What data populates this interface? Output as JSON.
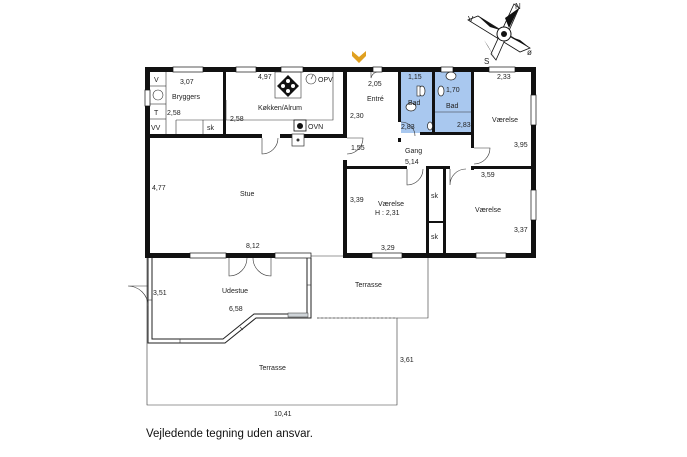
{
  "caption": "Vejledende tegning uden ansvar.",
  "compass": {
    "v": "V",
    "n": "N",
    "s": "S",
    "e": "ø"
  },
  "rooms": {
    "bryggers": "Bryggers",
    "koekken": "Køkken/Alrum",
    "entre": "Entré",
    "bad1": "Bad",
    "bad2": "Bad",
    "vaerelse_ne": "Værelse",
    "gang": "Gang",
    "stue": "Stue",
    "vaerelse_mid": "Værelse",
    "vaerelse_mid_h": "H : 2,31",
    "vaerelse_se": "Værelse",
    "udestue": "Udestue",
    "terrasse_right": "Terrasse",
    "terrasse_bottom": "Terrasse"
  },
  "fixtures": {
    "v": "V",
    "t": "T",
    "vv": "VV",
    "sk_bryggers": "sk",
    "opv": "OPV",
    "ovn": "OVN",
    "sk_hall1": "sk",
    "sk_hall2": "sk"
  },
  "dimensions": {
    "bryggers_w": "3,07",
    "bryggers_h": "2,58",
    "koekken_w": "4,97",
    "koekken_h": "2,58",
    "entre_w": "2,05",
    "entre_h": "2,30",
    "entre_gap": "1,55",
    "bad1_w": "1,15",
    "bad1_h": "2,83",
    "bad2_w": "1,70",
    "bad2_h": "2,83",
    "ne_w": "2,33",
    "ne_h": "3,95",
    "gang_w": "5,14",
    "se_top": "3,59",
    "se_h": "3,37",
    "mid_h": "3,39",
    "mid_w": "3,29",
    "stue_h": "4,77",
    "stue_w": "8,12",
    "udestue_h": "3,51",
    "udestue_w": "6,58",
    "terrasse_h": "3,61",
    "total_w": "10,41"
  }
}
